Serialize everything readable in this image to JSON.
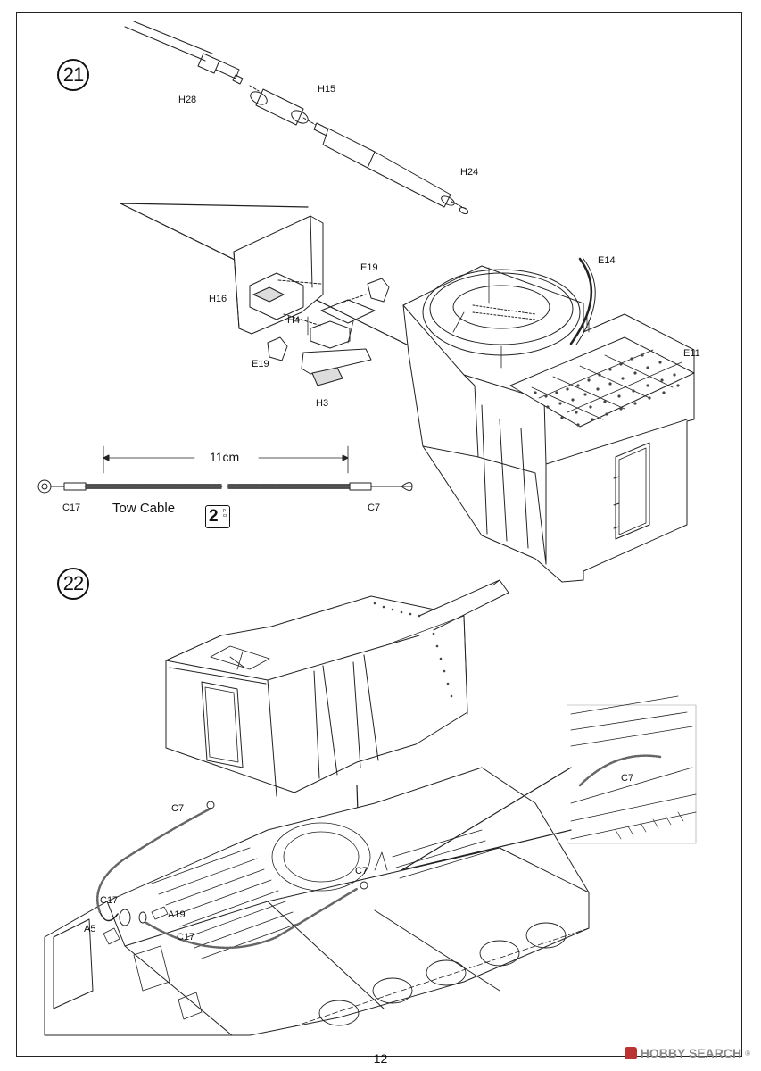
{
  "steps": [
    {
      "number": "21"
    },
    {
      "number": "22"
    }
  ],
  "step21": {
    "part_labels": {
      "h28": "H28",
      "h15": "H15",
      "h24": "H24",
      "e14": "E14",
      "e19_top": "E19",
      "h16": "H16",
      "h4": "H4",
      "e11": "E11",
      "e19_bottom": "E19",
      "h3": "H3"
    },
    "tow_cable": {
      "dimension": "11cm",
      "left_end_part": "C17",
      "right_end_part": "C7",
      "caption": "Tow Cable",
      "quantity": "2",
      "quantity_unit": "pcs"
    }
  },
  "step22": {
    "part_labels": {
      "c7_top": "C7",
      "c7_inset": "C7",
      "c7_center": "C7",
      "c17_top": "C17",
      "a19": "A19",
      "a5": "A5",
      "c17_bottom": "C17"
    }
  },
  "page_number": "12",
  "watermark": {
    "text": "HOBBY SEARCH",
    "registered": "®"
  }
}
